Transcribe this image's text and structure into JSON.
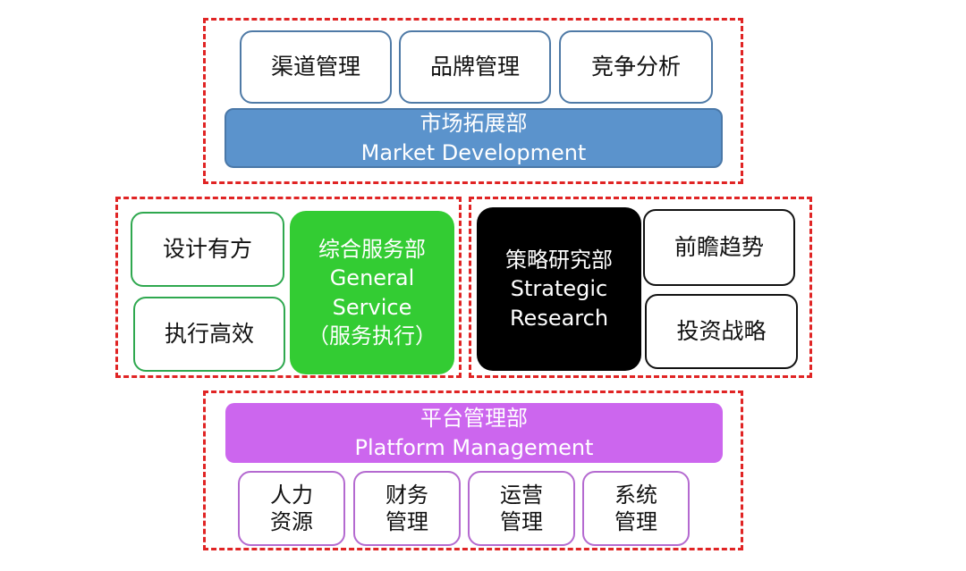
{
  "market": {
    "items": [
      "渠道管理",
      "品牌管理",
      "竞争分析"
    ],
    "dept_cn": "市场拓展部",
    "dept_en": "Market Development"
  },
  "general": {
    "items": [
      "设计有方",
      "执行高效"
    ],
    "dept_cn": "综合服务部",
    "dept_en1": "General",
    "dept_en2": "Service",
    "dept_note": "（服务执行）"
  },
  "strategy": {
    "dept_cn": "策略研究部",
    "dept_en1": "Strategic",
    "dept_en2": "Research",
    "items": [
      "前瞻趋势",
      "投资战略"
    ]
  },
  "platform": {
    "dept_cn": "平台管理部",
    "dept_en": "Platform Management",
    "items": [
      {
        "line1": "人力",
        "line2": "资源"
      },
      {
        "line1": "财务",
        "line2": "管理"
      },
      {
        "line1": "运营",
        "line2": "管理"
      },
      {
        "line1": "系统",
        "line2": "管理"
      }
    ]
  },
  "colors": {
    "frame": "#e02424",
    "market_dept": "#5b93cc",
    "general_dept": "#33cc33",
    "strategy_dept": "#000000",
    "platform_dept": "#cc66ee"
  }
}
